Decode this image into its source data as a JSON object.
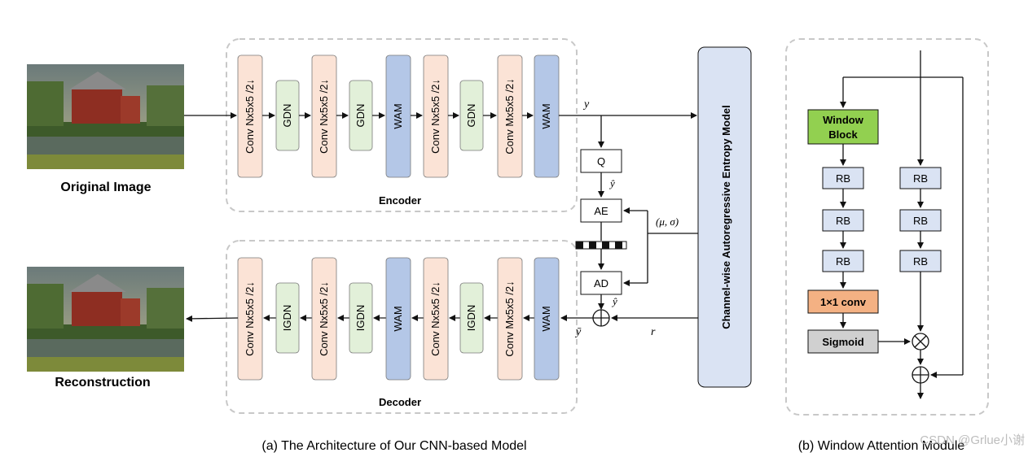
{
  "figure": {
    "caption_a": "(a) The Architecture of Our CNN-based Model",
    "caption_b": "(b) Window Attention Module",
    "watermark": "CSDN @Grlue小谢"
  },
  "images": {
    "original_label": "Original Image",
    "reconstruction_label": "Reconstruction"
  },
  "encoder": {
    "title": "Encoder",
    "blocks": [
      "Conv Nx5x5 /2↓",
      "GDN",
      "Conv Nx5x5 /2↓",
      "GDN",
      "WAM",
      "Conv Nx5x5 /2↓",
      "GDN",
      "Conv Mx5x5 /2↓",
      "WAM"
    ]
  },
  "decoder": {
    "title": "Decoder",
    "blocks": [
      "Conv Nx5x5 /2↓",
      "IGDN",
      "Conv Nx5x5 /2↓",
      "IGDN",
      "WAM",
      "Conv Nx5x5 /2↓",
      "IGDN",
      "Conv Mx5x5 /2↓",
      "WAM"
    ]
  },
  "entropy": {
    "model_label": "Channel-wise Autoregressive Entropy Model",
    "q_label": "Q",
    "ae_label": "AE",
    "ad_label": "AD",
    "y": "y",
    "y_hat": "ŷ",
    "y_bar": "ȳ",
    "r": "r",
    "mu_sigma": "(μ, σ)",
    "plus": "⊕"
  },
  "wam": {
    "window_block": [
      "Window",
      "Block"
    ],
    "rb_label": "RB",
    "conv_label": "1×1 conv",
    "sigmoid_label": "Sigmoid"
  },
  "colors": {
    "conv": "#fbe3d6",
    "gdn": "#e2f0d9",
    "wam": "#b4c7e7",
    "entropy": "#dae3f3",
    "window_block": "#92d050",
    "rb": "#dae3f3",
    "conv1x1": "#f4b183",
    "sigmoid": "#d0d0d0",
    "dash": "#c8c8c8"
  }
}
